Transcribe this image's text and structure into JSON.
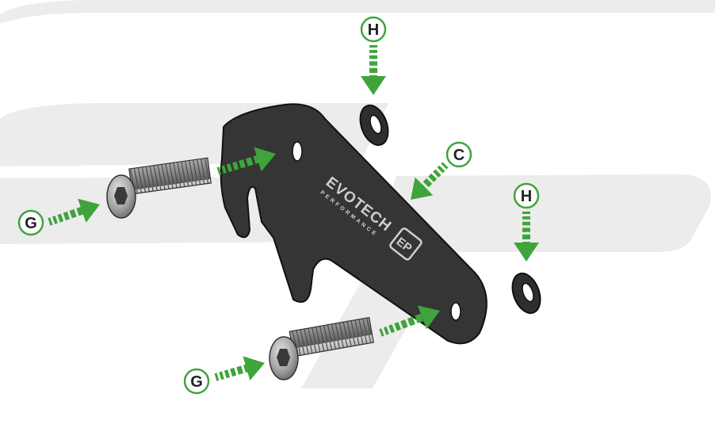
{
  "labels": {
    "bracket": "C",
    "bolt_left": "G",
    "bolt_bottom": "G",
    "washer_top": "H",
    "washer_right": "H"
  },
  "bracket_logo": {
    "brand": "EVOTECH",
    "sub": "PERFORMANCE",
    "badge": "EP"
  },
  "colors": {
    "arrow": "#3fa43b",
    "callout_ring": "#3fa43b",
    "bracket": "#353535",
    "bolt": "#9a9a9a",
    "washer": "#2e2e2e",
    "watermark": "#ececec"
  }
}
